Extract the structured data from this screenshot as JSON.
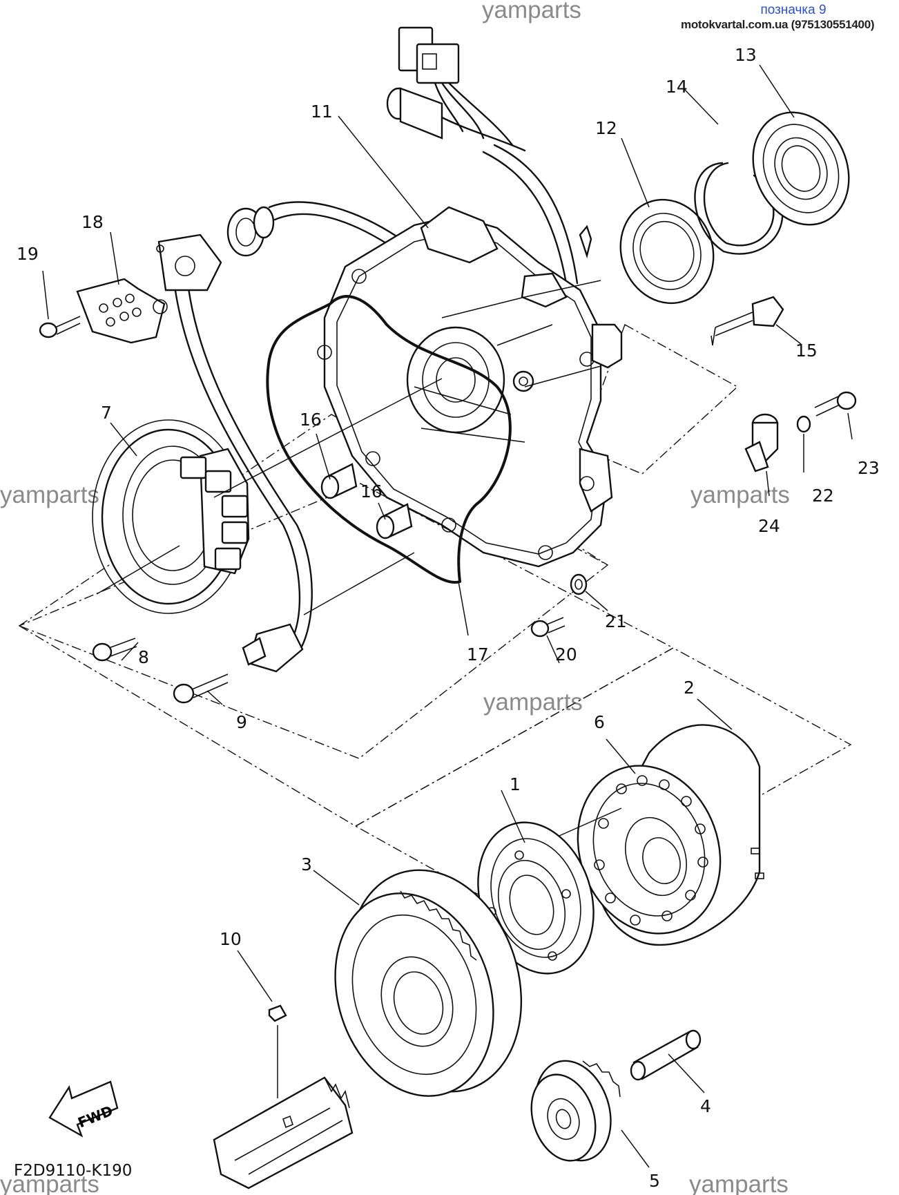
{
  "header": {
    "tag": "позначка 9",
    "site": "motokvartal.com.ua (975130551400)"
  },
  "watermark": "yamparts",
  "drawing_code": "F2D9110-K190",
  "fwd_label": "FWD",
  "callouts": {
    "c1": "1",
    "c2": "2",
    "c3": "3",
    "c4": "4",
    "c5": "5",
    "c6": "6",
    "c7": "7",
    "c8": "8",
    "c9": "9",
    "c10": "10",
    "c11": "11",
    "c12": "12",
    "c13": "13",
    "c14": "14",
    "c15": "15",
    "c16a": "16",
    "c16b": "16",
    "c17": "17",
    "c18": "18",
    "c19": "19",
    "c20": "20",
    "c21": "21",
    "c22": "22",
    "c23": "23",
    "c24": "24"
  },
  "colors": {
    "ink": "#111111",
    "watermark": "#8a8a8a",
    "tag": "#2a4fd6"
  }
}
